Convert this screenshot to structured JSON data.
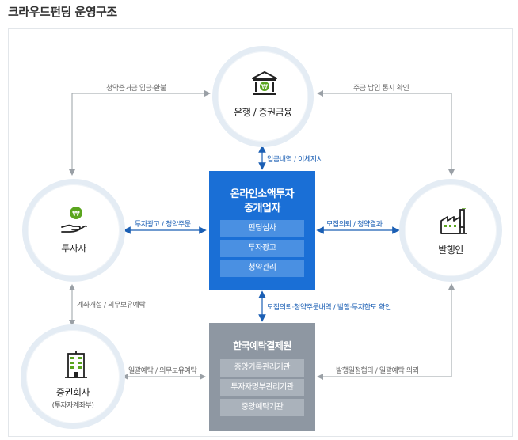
{
  "page": {
    "title": "크라우드펀딩 운영구조"
  },
  "nodes": {
    "bank": {
      "label": "은행 / 증권금융"
    },
    "investor": {
      "label": "투자자"
    },
    "issuer": {
      "label": "발행인"
    },
    "securities": {
      "label": "증권회사",
      "sub": "(투자자계좌부)"
    }
  },
  "broker": {
    "title_line1": "온라인소액투자",
    "title_line2": "중개업자",
    "items": [
      "펀딩심사",
      "투자광고",
      "청약관리"
    ]
  },
  "ksd": {
    "title": "한국예탁결제원",
    "items": [
      "중앙기록관리기관",
      "투자자명부관리기관",
      "중앙예탁기관"
    ]
  },
  "edges": {
    "bank_investor": "청약증거금 입금·환불",
    "bank_issuer": "주금 납입 통지 확인",
    "bank_broker": "입금내역 / 이체지시",
    "investor_broker": "투자광고 / 청약주문",
    "issuer_broker": "모집의뢰 / 청약결과",
    "investor_securities": "계좌개설 / 의무보유예탁",
    "broker_ksd": "모집의뢰·청약주문내역 / 발행·투자한도 확인",
    "securities_ksd": "일괄예탁 / 의무보유예탁",
    "issuer_ksd": "발행일정협의 / 일괄예탁 의뢰"
  },
  "colors": {
    "broker_blue": "#1a6fd6",
    "broker_item": "#4a90e2",
    "ksd_gray": "#8e97a2",
    "ksd_item": "#aab2bb",
    "ring": "#e4ecf4",
    "arrow_gray": "#9aa0a6",
    "arrow_blue": "#1b5fb4",
    "icon_green": "#5aa51e"
  },
  "icons": {
    "bank": "bank-icon",
    "investor": "hand-coin-icon",
    "issuer": "factory-icon",
    "securities": "building-icon"
  }
}
